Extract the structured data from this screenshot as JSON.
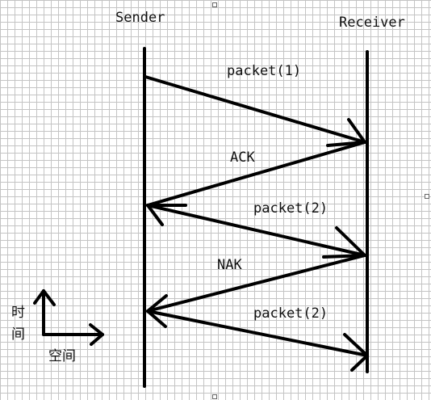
{
  "diagram": {
    "participants": {
      "sender": "Sender",
      "receiver": "Receiver"
    },
    "messages": [
      {
        "label": "packet(1)",
        "direction": "sender-to-receiver"
      },
      {
        "label": "ACK",
        "direction": "receiver-to-sender"
      },
      {
        "label": "packet(2)",
        "direction": "sender-to-receiver"
      },
      {
        "label": "NAK",
        "direction": "receiver-to-sender"
      },
      {
        "label": "packet(2)",
        "direction": "sender-to-receiver"
      }
    ],
    "axes": {
      "vertical": "时间",
      "horizontal": "空间"
    }
  }
}
